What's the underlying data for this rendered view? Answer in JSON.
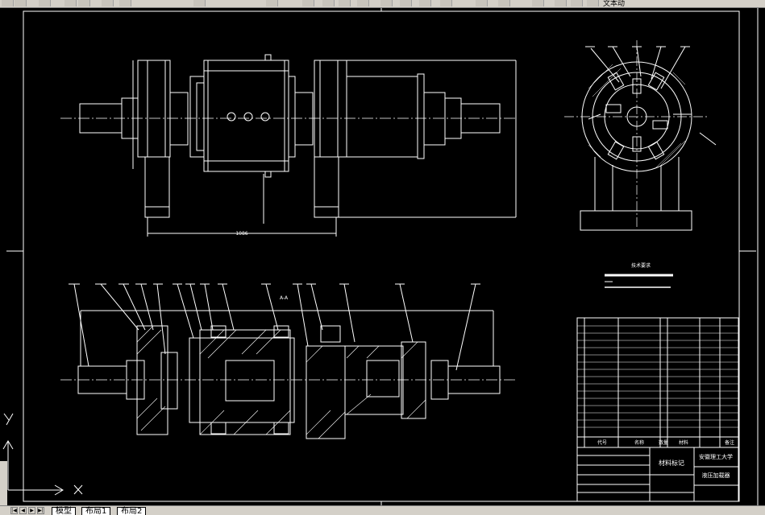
{
  "toolbar": {
    "layer_label": "文本动"
  },
  "drawing": {
    "title_block": {
      "school": "安徽理工大学",
      "part_name": "液压加载器",
      "material_mark": "材料标记",
      "col_code": "代号",
      "col_name": "名称",
      "col_qty": "数量",
      "col_material": "材料",
      "col_remark": "备注"
    },
    "tech_req": {
      "title": "技术要求"
    },
    "dims": {
      "overall_length": "1086"
    },
    "section_label": "A-A"
  },
  "tabs": [
    {
      "label": "模型"
    },
    {
      "label": "布局1"
    },
    {
      "label": "布局2"
    }
  ]
}
